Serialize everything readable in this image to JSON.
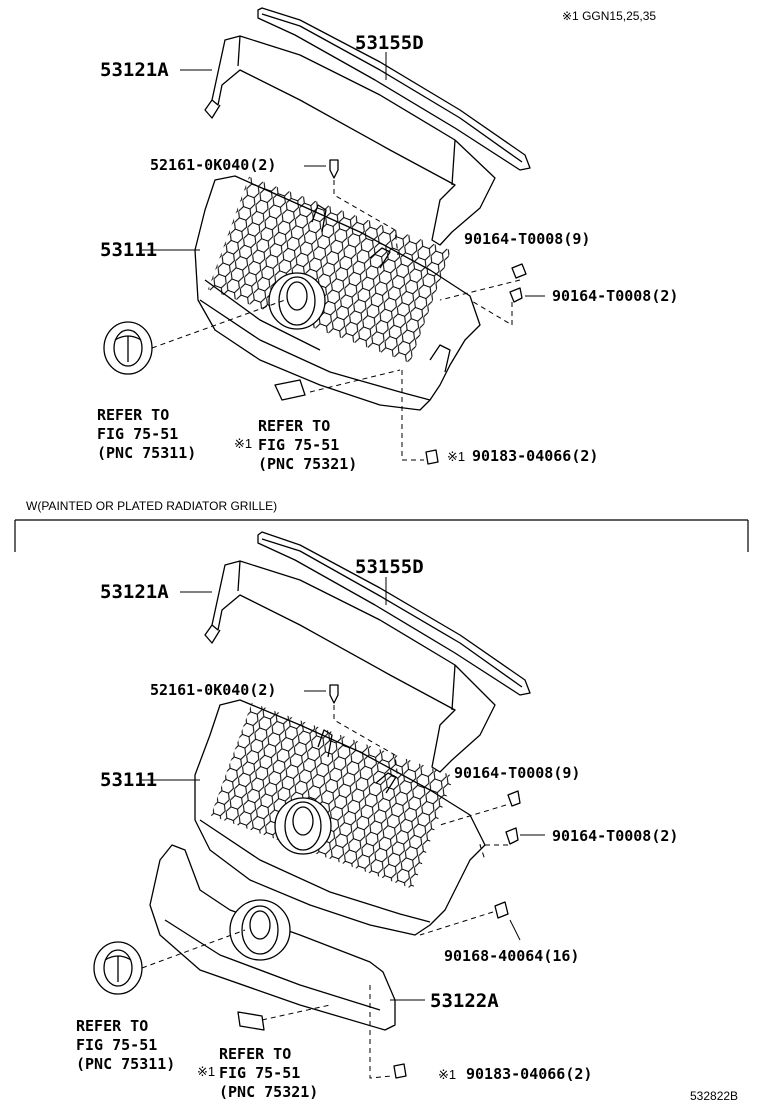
{
  "footnote_legend": "※1 GGN15,25,35",
  "diagram_number": "532822B",
  "top": {
    "part_53155D": "53155D",
    "part_53121A": "53121A",
    "part_52161": "52161-0K040(2)",
    "part_53111": "53111",
    "part_90164_9": "90164-T0008(9)",
    "part_90164_2": "90164-T0008(2)",
    "part_90183_mark": "※1",
    "part_90183": "90183-04066(2)",
    "ref_emblem": [
      "REFER TO",
      "FIG 75-51",
      "(PNC 75311)"
    ],
    "ref_badge_mark": "※1",
    "ref_badge": [
      "REFER TO",
      "FIG 75-51",
      "(PNC 75321)"
    ]
  },
  "section_header": "W(PAINTED OR PLATED RADIATOR GRILLE)",
  "bottom": {
    "part_53155D": "53155D",
    "part_53121A": "53121A",
    "part_52161": "52161-0K040(2)",
    "part_53111": "53111",
    "part_90164_9": "90164-T0008(9)",
    "part_90164_2": "90164-T0008(2)",
    "part_90168": "90168-40064(16)",
    "part_53122A": "53122A",
    "part_90183_mark": "※1",
    "part_90183": "90183-04066(2)",
    "ref_emblem": [
      "REFER TO",
      "FIG 75-51",
      "(PNC 75311)"
    ],
    "ref_badge_mark": "※1",
    "ref_badge": [
      "REFER TO",
      "FIG 75-51",
      "(PNC 75321)"
    ]
  }
}
